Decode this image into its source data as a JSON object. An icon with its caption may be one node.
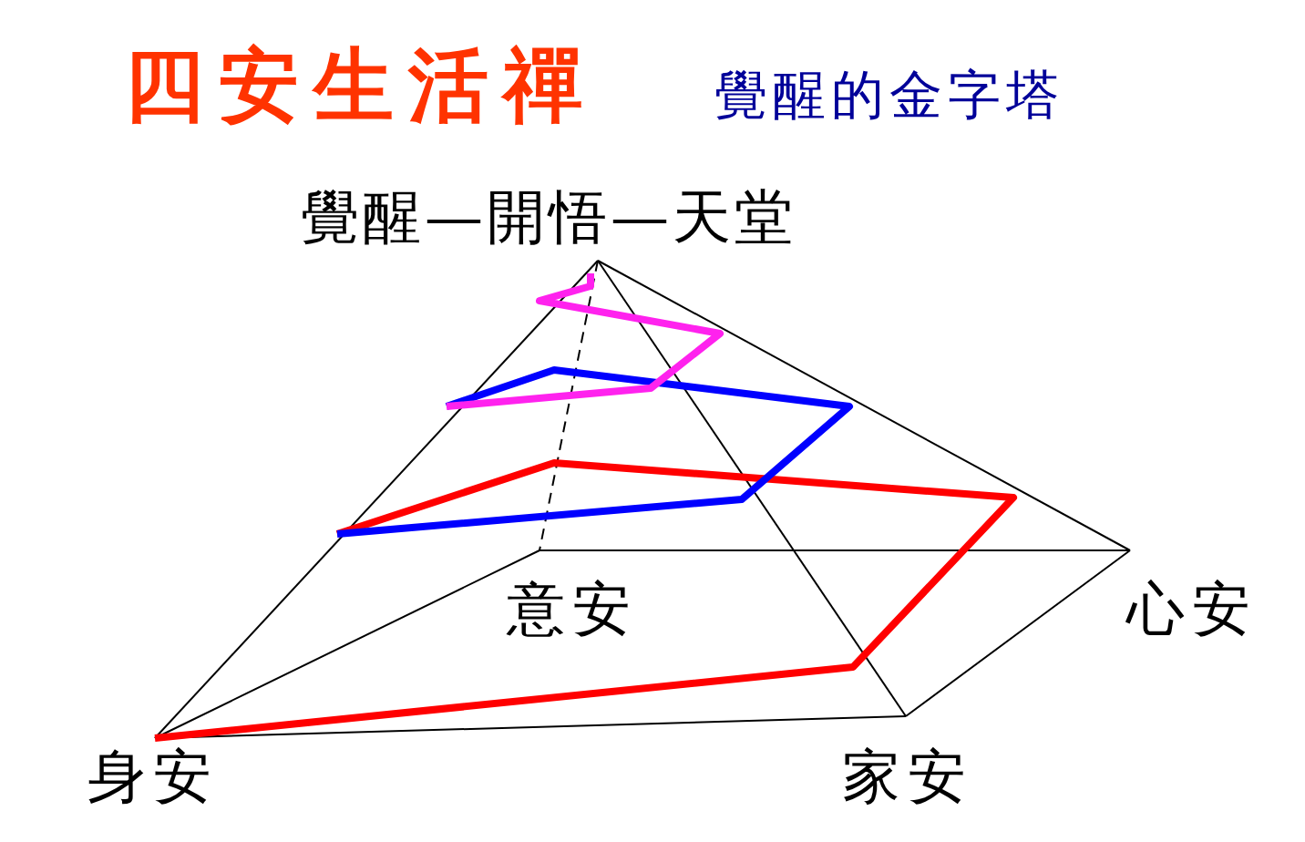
{
  "diagram": {
    "title": "四安生活禪",
    "labels": [
      "覺醒的金字塔",
      "覺醒—開悟—天堂",
      "意安",
      "心安",
      "身安",
      "家安"
    ]
  }
}
